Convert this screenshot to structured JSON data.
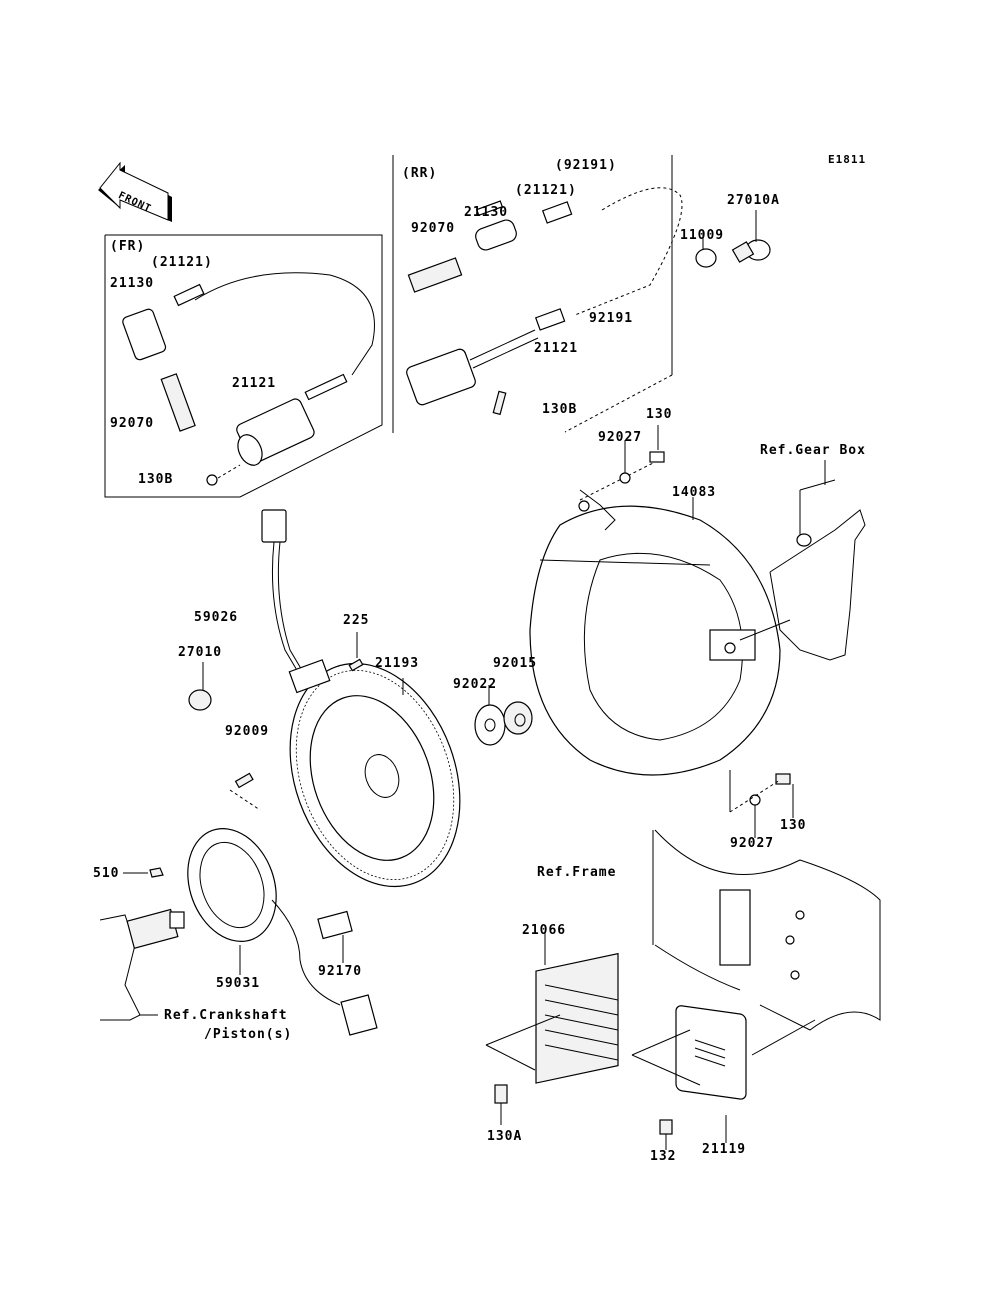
{
  "diagram": {
    "code": "E1811",
    "front_indicator": "FRONT",
    "groups": {
      "front": "(FR)",
      "rear": "(RR)"
    },
    "references": {
      "gear_box": "Ref.Gear Box",
      "frame": "Ref.Frame",
      "crankshaft_line1": "Ref.Crankshaft",
      "crankshaft_line2": "/Piston(s)"
    },
    "labels": {
      "fr_21121_paren": "(21121)",
      "fr_21130": "21130",
      "fr_21121": "21121",
      "fr_92070": "92070",
      "fr_130b": "130B",
      "rr_92191_paren": "(92191)",
      "rr_21121_paren": "(21121)",
      "rr_21130": "21130",
      "rr_92070": "92070",
      "rr_92191": "92191",
      "rr_21121": "21121",
      "rr_130b": "130B",
      "p27010a": "27010A",
      "p11009": "11009",
      "p130_top": "130",
      "p92027_top": "92027",
      "p14083": "14083",
      "p59026": "59026",
      "p225": "225",
      "p27010": "27010",
      "p21193": "21193",
      "p92015": "92015",
      "p92022": "92022",
      "p92009": "92009",
      "p130_bottom": "130",
      "p92027_bottom": "92027",
      "p510": "510",
      "p59031": "59031",
      "p92170": "92170",
      "p21066": "21066",
      "p130a": "130A",
      "p132": "132",
      "p21119": "21119"
    }
  }
}
